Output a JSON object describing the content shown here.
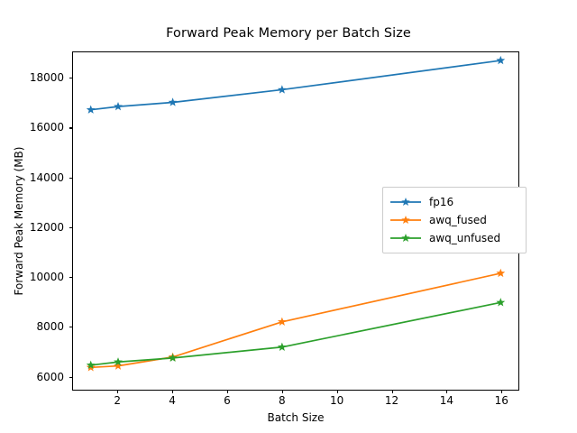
{
  "chart_data": {
    "type": "line",
    "title": "Forward Peak Memory per Batch Size",
    "xlabel": "Batch Size",
    "ylabel": "Forward Peak Memory (MB)",
    "x": [
      1,
      2,
      4,
      8,
      16
    ],
    "xlim": [
      0.35,
      16.65
    ],
    "ylim": [
      5440,
      19060
    ],
    "xticks": [
      2,
      4,
      6,
      8,
      10,
      12,
      14,
      16
    ],
    "xticklabels": [
      "2",
      "4",
      "6",
      "8",
      "10",
      "12",
      "14",
      "16"
    ],
    "yticks": [
      6000,
      8000,
      10000,
      12000,
      14000,
      16000,
      18000
    ],
    "yticklabels": [
      "6000",
      "8000",
      "10000",
      "12000",
      "14000",
      "16000",
      "18000"
    ],
    "grid": false,
    "legend_position": "center right",
    "marker": "star",
    "series": [
      {
        "name": "fp16",
        "color": "#1f77b4",
        "values": [
          16740,
          16870,
          17040,
          17550,
          18730
        ]
      },
      {
        "name": "awq_fused",
        "color": "#ff7f0e",
        "values": [
          6340,
          6400,
          6760,
          8180,
          10140
        ]
      },
      {
        "name": "awq_unfused",
        "color": "#2ca02c",
        "values": [
          6430,
          6560,
          6720,
          7160,
          8960
        ]
      }
    ]
  }
}
